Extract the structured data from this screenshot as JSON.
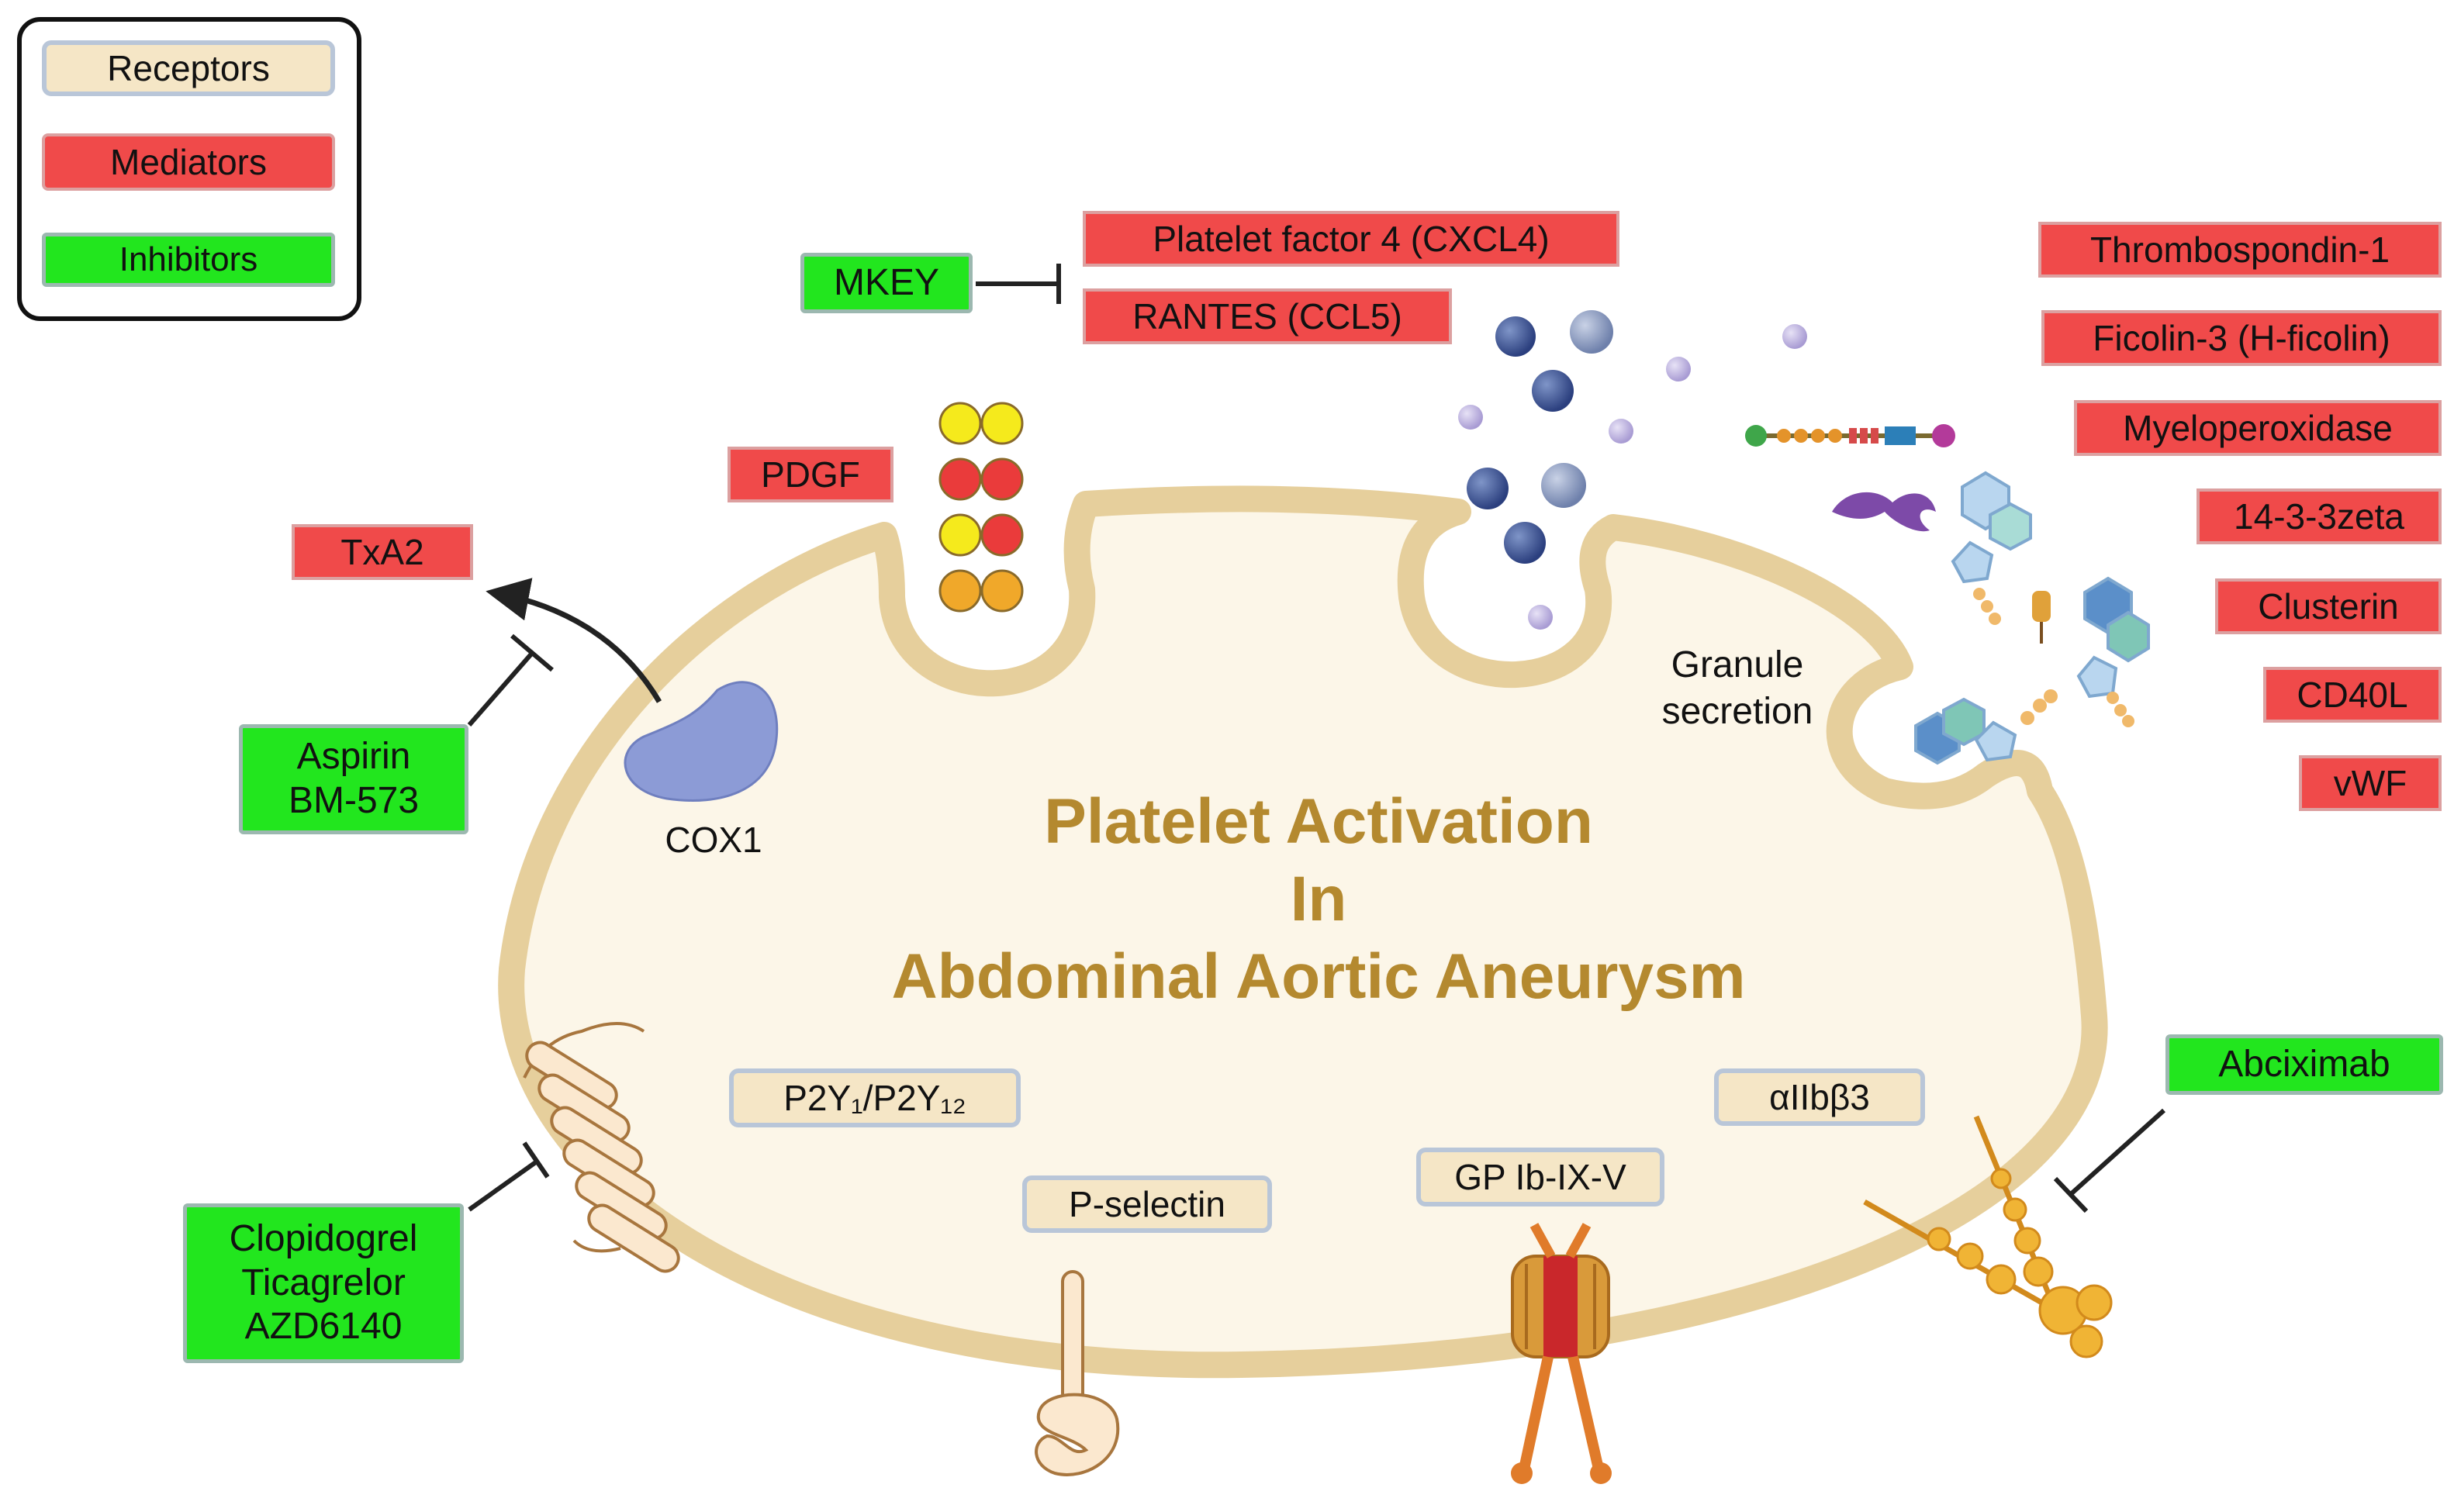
{
  "legend": {
    "receptors": "Receptors",
    "mediators": "Mediators",
    "inhibitors": "Inhibitors"
  },
  "title": {
    "line1": "Platelet Activation",
    "line2": "In",
    "line3": "Abdominal Aortic Aneurysm"
  },
  "labels": {
    "cox1": "COX1",
    "granule_line1": "Granule",
    "granule_line2": "secretion"
  },
  "receptors": {
    "p2y": "P2Y₁/P2Y₁₂",
    "p_selectin": "P-selectin",
    "gp_ib": "GP Ib-IX-V",
    "aiib": "αIIbβ3"
  },
  "mediators": {
    "txa2": "TxA2",
    "pdgf": "PDGF",
    "pf4": "Platelet factor 4 (CXCL4)",
    "rantes": "RANTES (CCL5)",
    "thrombospondin": "Thrombospondin-1",
    "ficolin": "Ficolin-3 (H-ficolin)",
    "myeloperoxidase": "Myeloperoxidase",
    "protein_1433": "14-3-3zeta",
    "clusterin": "Clusterin",
    "cd40l": "CD40L",
    "vwf": "vWF"
  },
  "inhibitors": {
    "mkey": "MKEY",
    "aspirin_line1": "Aspirin",
    "aspirin_line2": "BM-573",
    "clopi_line1": "Clopidogrel",
    "clopi_line2": "Ticagrelor",
    "clopi_line3": "AZD6140",
    "abciximab": "Abciximab"
  },
  "colors": {
    "receptor_fill": "#f5e6c6",
    "mediator_fill": "#f04a4a",
    "inhibitor_fill": "#22e61e",
    "cell_fill": "#fcf6e8",
    "membrane": "#e6cf9c",
    "title": "#b4892f"
  }
}
